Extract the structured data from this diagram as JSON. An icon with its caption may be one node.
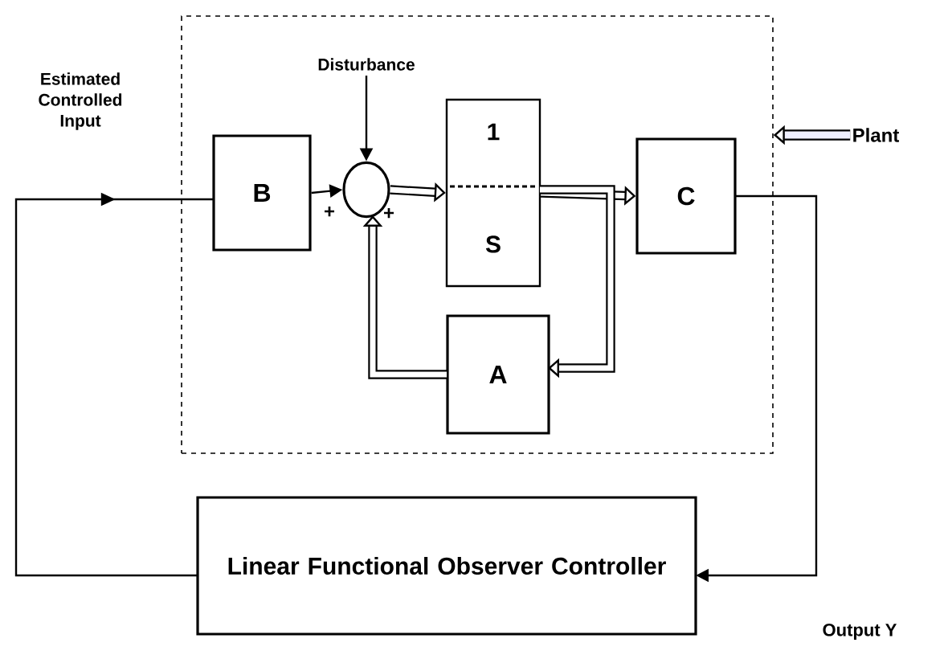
{
  "diagram": {
    "nodes": [
      {
        "text": [],
        "shape": "box"
      },
      {
        "text": [
          "B"
        ],
        "in": 0
      },
      {
        "text": [],
        "shape": "circle",
        "in": 0
      },
      {
        "text": [
          "1",
          "S"
        ],
        "in": 0
      },
      {
        "text": [
          "C"
        ],
        "in": 0
      },
      {
        "text": [
          "A"
        ],
        "in": 0
      },
      {
        "text": [
          "Disturbance"
        ],
        "in": 0
      },
      {
        "text": [
          "Plant"
        ]
      },
      {
        "text": [
          "Linear Functional Observer Controller"
        ]
      }
    ],
    "edges": [
      {
        "from": 8,
        "to": 1,
        "arrow": "to",
        "label": "Estimated Controlled Input"
      },
      {
        "from": 1,
        "to": 2,
        "arrow": "to",
        "label": "+"
      },
      {
        "from": 6,
        "to": 2,
        "arrow": "to"
      },
      {
        "from": 2,
        "to": 3,
        "arrow": "to"
      },
      {
        "from": 3,
        "to": 4,
        "arrow": "to"
      },
      {
        "from": 3,
        "to": 5,
        "arrow": "to"
      },
      {
        "from": 5,
        "to": 2,
        "arrow": "to",
        "label": "+"
      },
      {
        "from": 4,
        "to": 8,
        "arrow": "to",
        "label": "Output Y"
      },
      {
        "from": 7,
        "to": 0,
        "arrow": "to"
      }
    ]
  }
}
